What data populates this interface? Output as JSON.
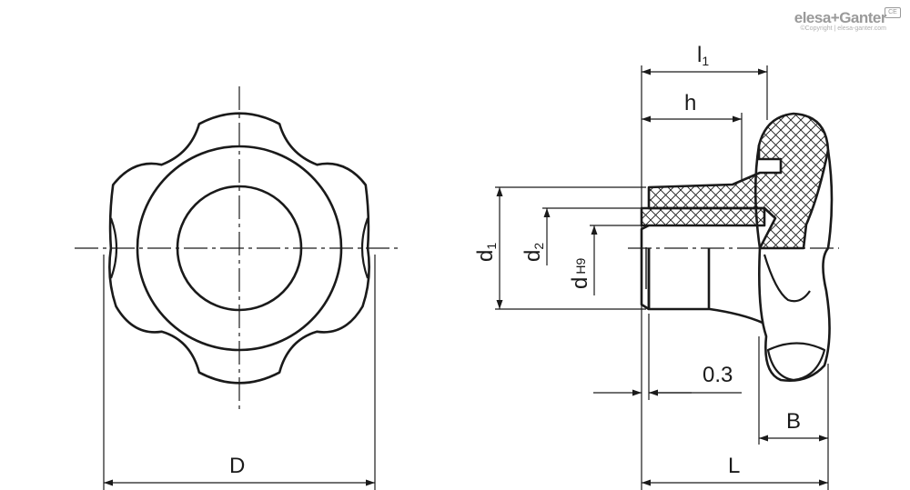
{
  "logo": {
    "brand": "elesa+Ganter",
    "copyright": "©Copyright | elesa-ganter.com",
    "badge": "CE"
  },
  "dimensions": {
    "D": "D",
    "L": "L",
    "l1_main": "l",
    "l1_sub": "1",
    "h": "h",
    "d1_main": "d",
    "d1_sub": "1",
    "d2_main": "d",
    "d2_sub": "2",
    "d_main": "d",
    "d_sub": "H9",
    "gap": "0.3",
    "B": "B"
  },
  "colors": {
    "line": "#1a1a1a",
    "logo": "#9a9a9a"
  }
}
